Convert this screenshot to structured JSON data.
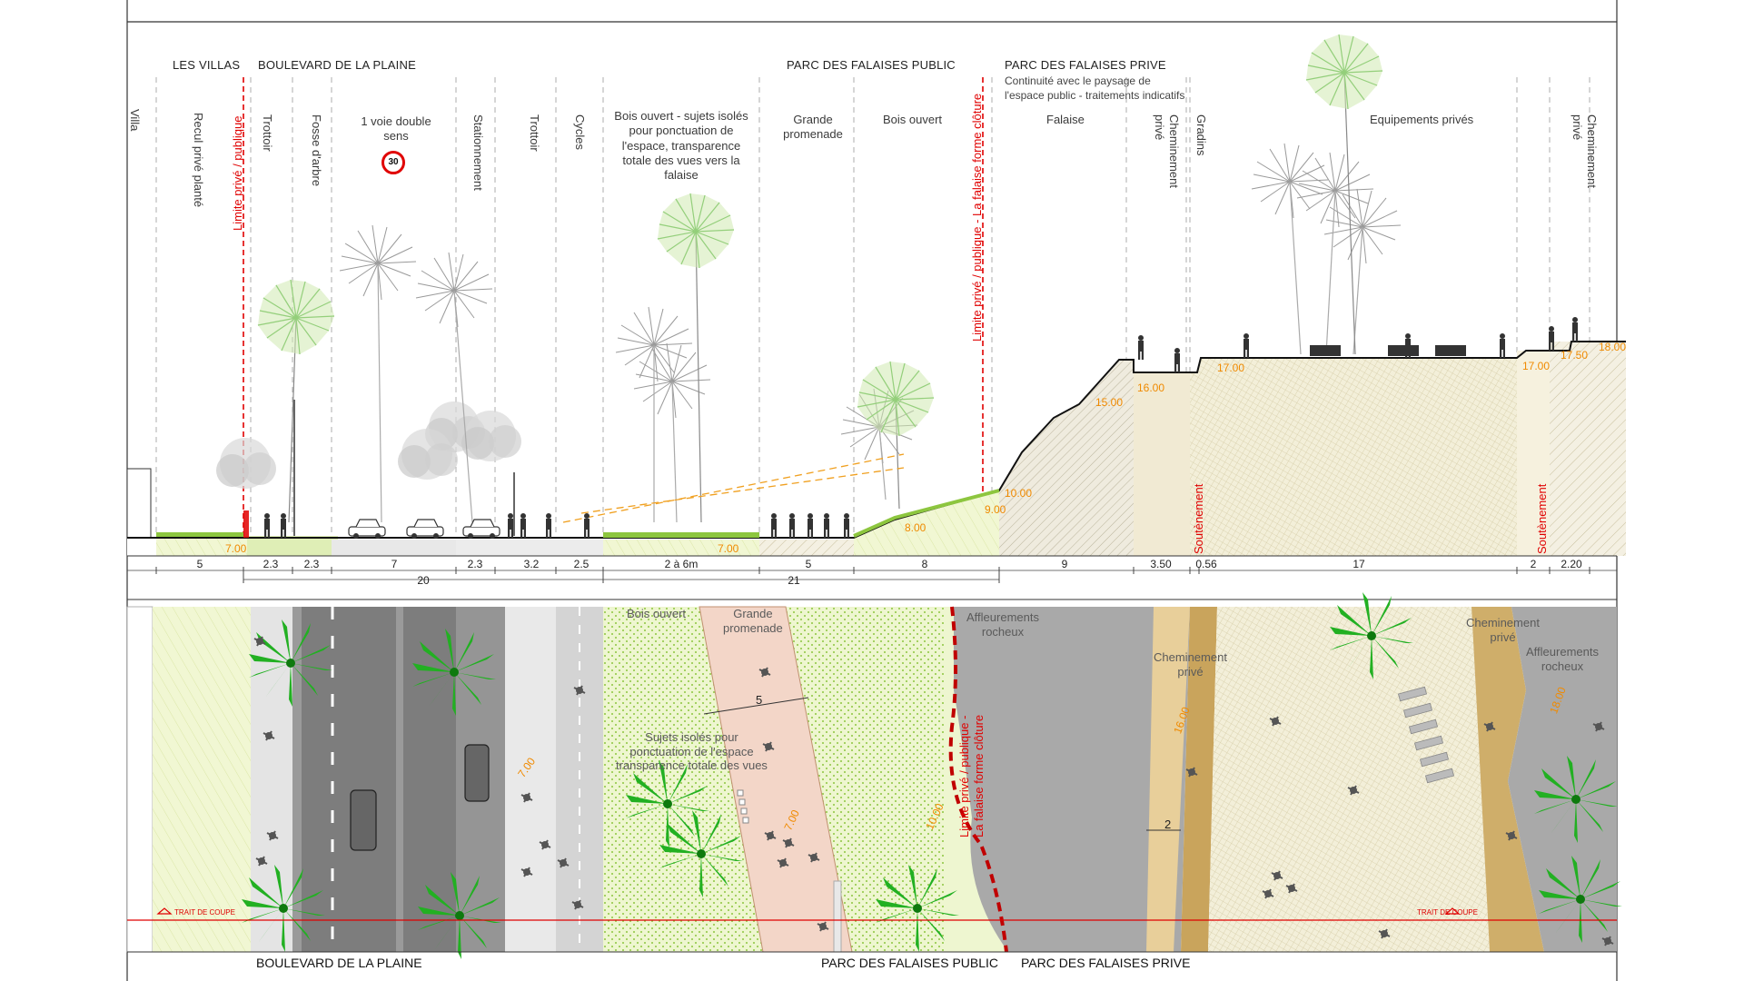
{
  "section": {
    "zones_top": {
      "les_villas": "LES VILLAS",
      "boulevard": "BOULEVARD DE LA PLAINE",
      "parc_public": "PARC DES FALAISES PUBLIC",
      "parc_prive": "PARC DES FALAISES  PRIVE",
      "parc_prive_note": "Continuité avec le paysage de\nl'espace public - traitements indicatifs"
    },
    "columns": {
      "villa": "Villa",
      "recul": "Recul privé planté",
      "limite": "Limite privé / publique",
      "trottoir1": "Trottoir",
      "fosse": "Fosse d'arbre",
      "voie": "1 voie double\nsens",
      "speed": "30",
      "stationnement": "Stationnement",
      "trottoir2": "Trottoir",
      "cycles": "Cycles",
      "bois_ouvert_desc": "Bois ouvert - sujets isolés pour ponctuation de l'espace, transparence totale des vues vers la falaise",
      "grande_promenade": "Grande\npromenade",
      "bois_ouvert": "Bois ouvert",
      "limite_falaise": "Limite privé / publique - La falaise forme clôture",
      "falaise": "Falaise",
      "cheminement_prive": "Cheminement\nprivé",
      "gradins": "Gradins",
      "equipements": "Equipements privés",
      "cheminement_prive2": "Cheminement\nprivé",
      "soutenement": "Soutènement"
    },
    "elevations": {
      "e700": "7.00",
      "e700b": "7.00",
      "e800": "8.00",
      "e900": "9.00",
      "e1000": "10.00",
      "e1500": "15.00",
      "e1600": "16.00",
      "e1700": "17.00",
      "e1700b": "17.00",
      "e1750": "17.50",
      "e1800": "18.00"
    },
    "dimensions": {
      "d1": "5",
      "d2": "2.3",
      "d3": "2.3",
      "d4": "7",
      "d5": "2.3",
      "d6": "3.2",
      "d7": "2.5",
      "d8": "2 à 6m",
      "d9": "5",
      "d10": "8",
      "d11": "9",
      "d12": "3.50",
      "d13": "0.56",
      "d14": "17",
      "d15": "2",
      "d16": "2.20",
      "total_boulevard": "20",
      "total_parc": "21"
    }
  },
  "plan": {
    "labels": {
      "bois_ouvert": "Bois ouvert",
      "grande_promenade": "Grande\npromenade",
      "width5": "5",
      "sujets": "Sujets isolés pour\nponctuation de l'espace\ntransparence totale des vues",
      "affleurements1": "Affleurements\nrocheux",
      "limite": "Limite privé / publique -\nLa falaise forme clôture",
      "cheminement1": "Cheminement\nprivé",
      "width2": "2",
      "cheminement2": "Cheminement\nprivé",
      "affleurements2": "Affleurements\nrocheux",
      "trait_coupe": "TRAIT DE COUPE"
    },
    "elevations": {
      "p700a": "7.00",
      "p700b": "7.00",
      "p1000": "10.00",
      "p1600": "16.00",
      "p1800": "18.00"
    }
  },
  "footer": {
    "boulevard": "BOULEVARD DE LA PLAINE",
    "parc_public": "PARC DES FALAISES PUBLIC",
    "parc_prive": "PARC DES FALAISES PRIVE"
  },
  "colors": {
    "red_limit": "#e00000",
    "elevation": "#f08a00",
    "lawn": "#eef5c8",
    "road": "#7d7d7d",
    "promenade": "#f3d6c8",
    "cliff": "#e9e2cc",
    "rock": "#a9a9a9",
    "palm": "#2fbf2f"
  }
}
